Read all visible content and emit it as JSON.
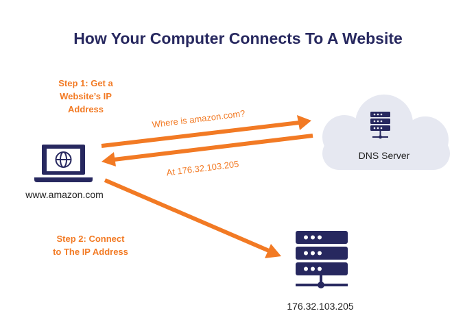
{
  "title": "How Your Computer Connects To A Website",
  "step1": {
    "lines": [
      "Step 1: Get a",
      "Website’s IP",
      "Address"
    ]
  },
  "step2": {
    "lines": [
      "Step 2: Connect",
      "to The IP Address"
    ]
  },
  "arrow_query_label": "Where is amazon.com?",
  "arrow_reply_label": "At 176.32.103.205",
  "laptop_label": "www.amazon.com",
  "dns_label": "DNS Server",
  "server_label": "176.32.103.205",
  "colors": {
    "title": "#27285f",
    "accent": "#f27a24",
    "navy": "#27285f",
    "cloud": "#e6e8f1",
    "text": "#222222"
  },
  "icons": [
    "laptop-icon",
    "globe-icon",
    "cloud-icon",
    "server-icon"
  ]
}
